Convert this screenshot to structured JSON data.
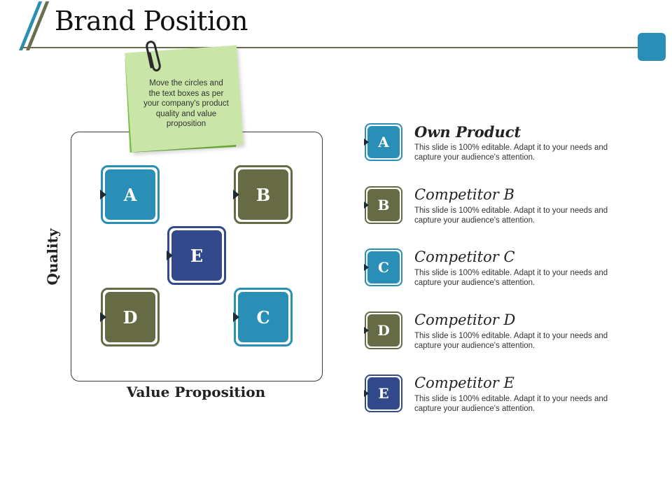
{
  "header": {
    "title": "Brand Position",
    "accent_colors": {
      "blue": "#2a8fb6",
      "olive": "#6b6e4e"
    }
  },
  "sticky_note": {
    "text": "Move the circles and the text boxes as per your company's product  quality and value proposition",
    "icon": "paperclip-icon"
  },
  "matrix": {
    "y_axis_label": "Quality",
    "x_axis_label": "Value Proposition",
    "points": [
      {
        "letter": "A",
        "color": "#2a8fb6",
        "position": "top-left"
      },
      {
        "letter": "B",
        "color": "#666b45",
        "position": "top-right"
      },
      {
        "letter": "E",
        "color": "#324a8c",
        "position": "center"
      },
      {
        "letter": "D",
        "color": "#666b45",
        "position": "bottom-left"
      },
      {
        "letter": "C",
        "color": "#2a8fb6",
        "position": "bottom-right"
      }
    ]
  },
  "legend": {
    "items": [
      {
        "letter": "A",
        "title": "Own Product",
        "color": "#2a8fb6",
        "desc": "This slide is 100% editable. Adapt it to your needs and capture your audience's attention."
      },
      {
        "letter": "B",
        "title": "Competitor B",
        "color": "#666b45",
        "desc": "This slide is 100% editable. Adapt it to your needs and capture your audience's attention."
      },
      {
        "letter": "C",
        "title": "Competitor C",
        "color": "#2a8fb6",
        "desc": "This slide is 100% editable. Adapt it to your needs and capture your audience's attention."
      },
      {
        "letter": "D",
        "title": "Competitor D",
        "color": "#666b45",
        "desc": "This slide is 100% editable. Adapt it to your needs and capture your audience's attention."
      },
      {
        "letter": "E",
        "title": "Competitor E",
        "color": "#324a8c",
        "desc": "This slide is 100% editable. Adapt it to your needs and capture your audience's attention."
      }
    ]
  }
}
